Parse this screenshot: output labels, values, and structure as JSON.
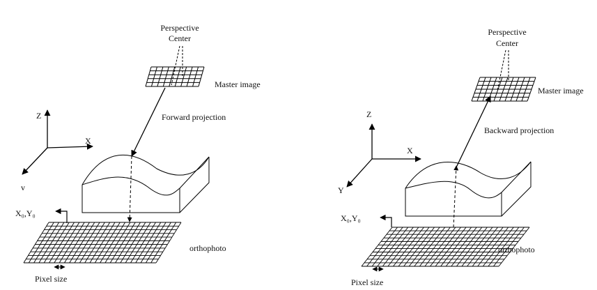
{
  "left": {
    "perspective_center_line1": "Perspective",
    "perspective_center_line2": "Center",
    "master_image": "Master image",
    "projection": "Forward projection",
    "axis_x": "X",
    "axis_y": "v",
    "axis_z": "Z",
    "origin": "X₀,Y₀",
    "orthophoto": "orthophoto",
    "pixel_size": "Pixel size"
  },
  "right": {
    "perspective_center_line1": "Perspective",
    "perspective_center_line2": "Center",
    "master_image": "Master image",
    "projection": "Backward projection",
    "axis_x": "X",
    "axis_y": "Y",
    "axis_z": "Z",
    "origin": "X₀,Y₀",
    "orthophoto": "orthophoto",
    "pixel_size": "Pixel size"
  }
}
